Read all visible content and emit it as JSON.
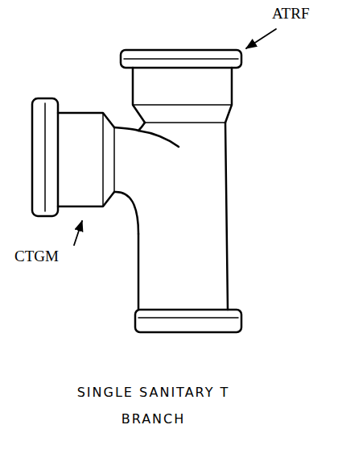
{
  "diagram": {
    "caption": "SINGLE SANITARY T BRANCH",
    "labels": [
      "ATRF",
      "CTGM"
    ]
  }
}
